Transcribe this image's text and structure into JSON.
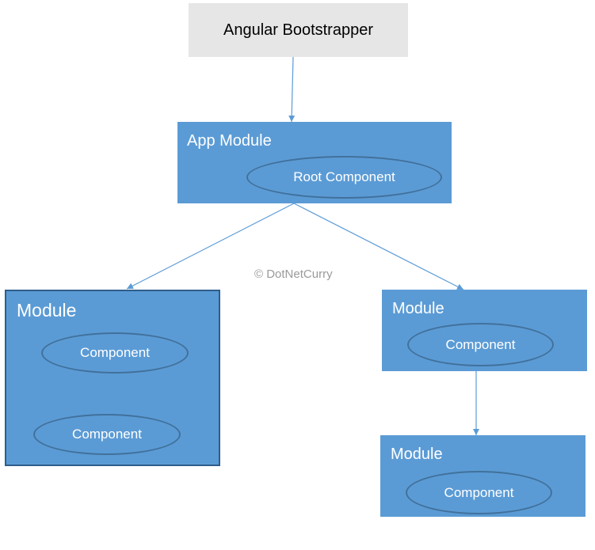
{
  "bootstrapper": {
    "label": "Angular Bootstrapper"
  },
  "app_module": {
    "title": "App Module",
    "component": "Root Component"
  },
  "left_module": {
    "title": "Module",
    "components": [
      "Component",
      "Component"
    ]
  },
  "right_module": {
    "title": "Module",
    "component": "Component"
  },
  "bottom_right_module": {
    "title": "Module",
    "component": "Component"
  },
  "watermark": "© DotNetCurry",
  "colors": {
    "module_fill": "#5b9bd5",
    "ellipse_border": "#41719c",
    "bootstrapper_fill": "#e7e6e6",
    "connector": "#5b9bd5"
  }
}
